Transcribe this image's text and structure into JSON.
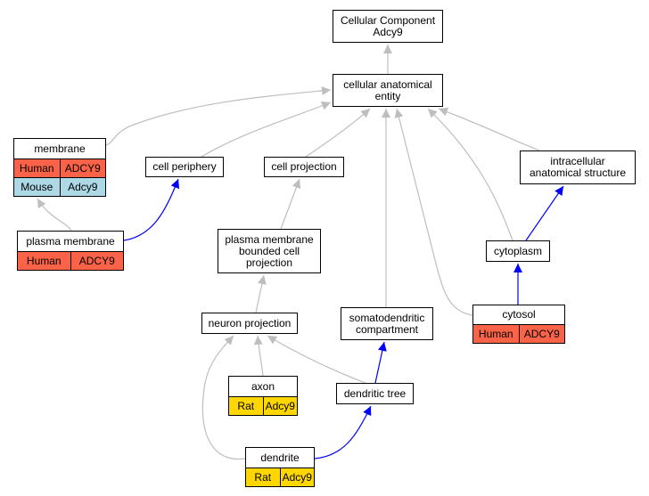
{
  "colors": {
    "human": "#fa6347",
    "mouse": "#add8e6",
    "rat": "#ffd700",
    "edge_default": "#bebebe",
    "edge_highlight": "#0000ff"
  },
  "nodes": {
    "cellular_component": {
      "title": "Cellular Component\nAdcy9"
    },
    "cellular_anatomical_entity": {
      "title": "cellular anatomical\nentity"
    },
    "membrane": {
      "title": "membrane",
      "rows": [
        [
          "Human",
          "ADCY9"
        ],
        [
          "Mouse",
          "Adcy9"
        ]
      ]
    },
    "cell_periphery": {
      "title": "cell periphery"
    },
    "cell_projection": {
      "title": "cell projection"
    },
    "intracellular_anatomical_structure": {
      "title": "intracellular\nanatomical structure"
    },
    "plasma_membrane": {
      "title": "plasma membrane",
      "rows": [
        [
          "Human",
          "ADCY9"
        ]
      ]
    },
    "plasma_membrane_bounded_cell_projection": {
      "title": "plasma membrane\nbounded cell\nprojection"
    },
    "cytoplasm": {
      "title": "cytoplasm"
    },
    "cytosol": {
      "title": "cytosol",
      "rows": [
        [
          "Human",
          "ADCY9"
        ]
      ]
    },
    "somatodendritic_compartment": {
      "title": "somatodendritic\ncompartment"
    },
    "neuron_projection": {
      "title": "neuron projection"
    },
    "axon": {
      "title": "axon",
      "rows": [
        [
          "Rat",
          "Adcy9"
        ]
      ]
    },
    "dendritic_tree": {
      "title": "dendritic tree"
    },
    "dendrite": {
      "title": "dendrite",
      "rows": [
        [
          "Rat",
          "Adcy9"
        ]
      ]
    }
  },
  "edges": [
    {
      "from": "cellular_anatomical_entity",
      "to": "cellular_component",
      "color": "gray"
    },
    {
      "from": "membrane",
      "to": "cellular_anatomical_entity",
      "color": "gray"
    },
    {
      "from": "cell_periphery",
      "to": "cellular_anatomical_entity",
      "color": "gray"
    },
    {
      "from": "cell_projection",
      "to": "cellular_anatomical_entity",
      "color": "gray"
    },
    {
      "from": "somatodendritic_compartment",
      "to": "cellular_anatomical_entity",
      "color": "gray"
    },
    {
      "from": "cytosol",
      "to": "cellular_anatomical_entity",
      "color": "gray"
    },
    {
      "from": "cytoplasm",
      "to": "cellular_anatomical_entity",
      "color": "gray"
    },
    {
      "from": "intracellular_anatomical_structure",
      "to": "cellular_anatomical_entity",
      "color": "gray"
    },
    {
      "from": "plasma_membrane",
      "to": "membrane",
      "color": "gray"
    },
    {
      "from": "plasma_membrane",
      "to": "cell_periphery",
      "color": "blue"
    },
    {
      "from": "plasma_membrane_bounded_cell_projection",
      "to": "cell_projection",
      "color": "gray"
    },
    {
      "from": "cytoplasm",
      "to": "intracellular_anatomical_structure",
      "color": "blue"
    },
    {
      "from": "cytosol",
      "to": "cytoplasm",
      "color": "blue"
    },
    {
      "from": "neuron_projection",
      "to": "plasma_membrane_bounded_cell_projection",
      "color": "gray"
    },
    {
      "from": "axon",
      "to": "neuron_projection",
      "color": "gray"
    },
    {
      "from": "dendritic_tree",
      "to": "neuron_projection",
      "color": "gray"
    },
    {
      "from": "dendritic_tree",
      "to": "somatodendritic_compartment",
      "color": "blue"
    },
    {
      "from": "dendrite",
      "to": "neuron_projection",
      "color": "gray"
    },
    {
      "from": "dendrite",
      "to": "dendritic_tree",
      "color": "blue"
    }
  ]
}
